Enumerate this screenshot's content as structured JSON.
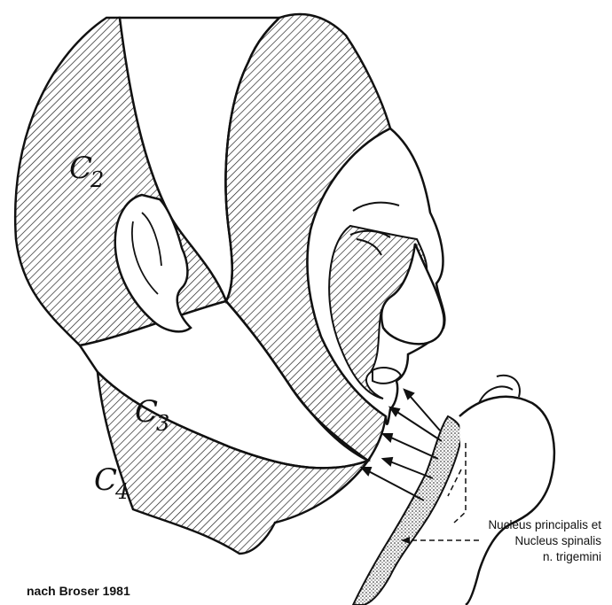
{
  "segments": {
    "c2": {
      "letter": "C",
      "index": "2"
    },
    "c3": {
      "letter": "C",
      "index": "3"
    },
    "c4": {
      "letter": "C",
      "index": "4"
    }
  },
  "caption": {
    "line1": "Nucleus principalis et",
    "line2": "Nucleus spinalis",
    "line3": "n. trigemini"
  },
  "credit": "nach Broser 1981",
  "colors": {
    "ink": "#111111",
    "paper": "#ffffff"
  }
}
